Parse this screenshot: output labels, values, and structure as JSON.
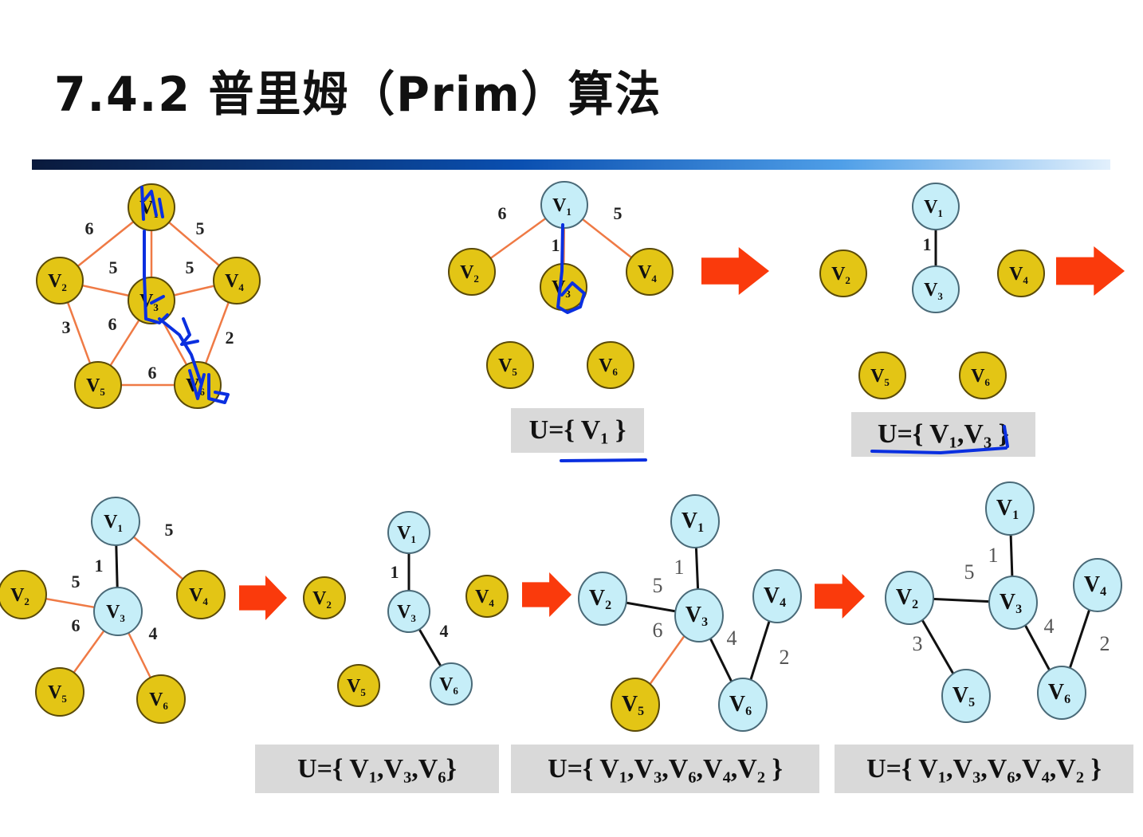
{
  "title": "7.4.2 普里姆（Prim）算法",
  "colors": {
    "tree_node": "#c6eef8",
    "unvisited_node": "#e3c515",
    "candidate_edge": "#ef7a45",
    "tree_edge": "#111111",
    "arrow": "#fa3a0c",
    "ink": "#0a2fe0"
  },
  "graphs": [
    {
      "name": "original-graph",
      "nodes": [
        {
          "id": "V1",
          "state": "unvisited"
        },
        {
          "id": "V2",
          "state": "unvisited"
        },
        {
          "id": "V3",
          "state": "unvisited"
        },
        {
          "id": "V4",
          "state": "unvisited"
        },
        {
          "id": "V5",
          "state": "unvisited"
        },
        {
          "id": "V6",
          "state": "unvisited"
        }
      ],
      "edges": [
        {
          "a": "V1",
          "b": "V2",
          "w": "6",
          "s": "cand"
        },
        {
          "a": "V1",
          "b": "V4",
          "w": "5",
          "s": "cand"
        },
        {
          "a": "V1",
          "b": "V3",
          "w": null,
          "s": "cand"
        },
        {
          "a": "V2",
          "b": "V3",
          "w": "5",
          "s": "cand"
        },
        {
          "a": "V3",
          "b": "V4",
          "w": "5",
          "s": "cand"
        },
        {
          "a": "V2",
          "b": "V5",
          "w": "3",
          "s": "cand"
        },
        {
          "a": "V3",
          "b": "V5",
          "w": "6",
          "s": "cand"
        },
        {
          "a": "V5",
          "b": "V6",
          "w": "6",
          "s": "cand"
        },
        {
          "a": "V4",
          "b": "V6",
          "w": "2",
          "s": "cand"
        },
        {
          "a": "V3",
          "b": "V6",
          "w": null,
          "s": "cand"
        }
      ]
    },
    {
      "name": "step-1",
      "nodes": [
        {
          "id": "V1",
          "state": "tree"
        },
        {
          "id": "V2",
          "state": "unvisited"
        },
        {
          "id": "V3",
          "state": "unvisited"
        },
        {
          "id": "V4",
          "state": "unvisited"
        },
        {
          "id": "V5",
          "state": "unvisited"
        },
        {
          "id": "V6",
          "state": "unvisited"
        }
      ],
      "edges": [
        {
          "a": "V1",
          "b": "V2",
          "w": "6",
          "s": "cand"
        },
        {
          "a": "V1",
          "b": "V4",
          "w": "5",
          "s": "cand"
        },
        {
          "a": "V1",
          "b": "V3",
          "w": "1",
          "s": "cand"
        }
      ]
    },
    {
      "name": "step-2",
      "nodes": [
        {
          "id": "V1",
          "state": "tree"
        },
        {
          "id": "V2",
          "state": "unvisited"
        },
        {
          "id": "V3",
          "state": "tree"
        },
        {
          "id": "V4",
          "state": "unvisited"
        },
        {
          "id": "V5",
          "state": "unvisited"
        },
        {
          "id": "V6",
          "state": "unvisited"
        }
      ],
      "edges": [
        {
          "a": "V1",
          "b": "V3",
          "w": "1",
          "s": "tree"
        }
      ]
    },
    {
      "name": "step-3",
      "nodes": [
        {
          "id": "V1",
          "state": "tree"
        },
        {
          "id": "V2",
          "state": "unvisited"
        },
        {
          "id": "V3",
          "state": "tree"
        },
        {
          "id": "V4",
          "state": "unvisited"
        },
        {
          "id": "V5",
          "state": "unvisited"
        },
        {
          "id": "V6",
          "state": "unvisited"
        }
      ],
      "edges": [
        {
          "a": "V1",
          "b": "V3",
          "w": "1",
          "s": "tree"
        },
        {
          "a": "V1",
          "b": "V4",
          "w": "5",
          "s": "cand"
        },
        {
          "a": "V3",
          "b": "V2",
          "w": "5",
          "s": "cand"
        },
        {
          "a": "V3",
          "b": "V5",
          "w": "6",
          "s": "cand"
        },
        {
          "a": "V3",
          "b": "V6",
          "w": "4",
          "s": "cand"
        }
      ]
    },
    {
      "name": "step-4",
      "nodes": [
        {
          "id": "V1",
          "state": "tree"
        },
        {
          "id": "V2",
          "state": "unvisited"
        },
        {
          "id": "V3",
          "state": "tree"
        },
        {
          "id": "V4",
          "state": "unvisited"
        },
        {
          "id": "V5",
          "state": "unvisited"
        },
        {
          "id": "V6",
          "state": "tree"
        }
      ],
      "edges": [
        {
          "a": "V1",
          "b": "V3",
          "w": "1",
          "s": "tree"
        },
        {
          "a": "V3",
          "b": "V6",
          "w": "4",
          "s": "tree"
        }
      ]
    },
    {
      "name": "step-5",
      "nodes": [
        {
          "id": "V1",
          "state": "tree"
        },
        {
          "id": "V2",
          "state": "tree"
        },
        {
          "id": "V3",
          "state": "tree"
        },
        {
          "id": "V4",
          "state": "tree"
        },
        {
          "id": "V5",
          "state": "unvisited"
        },
        {
          "id": "V6",
          "state": "tree"
        }
      ],
      "edges": [
        {
          "a": "V1",
          "b": "V3",
          "w": "1",
          "s": "tree"
        },
        {
          "a": "V2",
          "b": "V3",
          "w": "5",
          "s": "tree"
        },
        {
          "a": "V3",
          "b": "V6",
          "w": "4",
          "s": "tree"
        },
        {
          "a": "V4",
          "b": "V6",
          "w": "2",
          "s": "tree"
        },
        {
          "a": "V3",
          "b": "V5",
          "w": "6",
          "s": "cand"
        }
      ]
    },
    {
      "name": "step-6",
      "nodes": [
        {
          "id": "V1",
          "state": "tree"
        },
        {
          "id": "V2",
          "state": "tree"
        },
        {
          "id": "V3",
          "state": "tree"
        },
        {
          "id": "V4",
          "state": "tree"
        },
        {
          "id": "V5",
          "state": "tree"
        },
        {
          "id": "V6",
          "state": "tree"
        }
      ],
      "edges": [
        {
          "a": "V1",
          "b": "V3",
          "w": "1",
          "s": "tree"
        },
        {
          "a": "V2",
          "b": "V3",
          "w": "5",
          "s": "tree"
        },
        {
          "a": "V2",
          "b": "V5",
          "w": "3",
          "s": "tree"
        },
        {
          "a": "V3",
          "b": "V6",
          "w": "4",
          "s": "tree"
        },
        {
          "a": "V4",
          "b": "V6",
          "w": "2",
          "s": "tree"
        }
      ]
    }
  ],
  "sets": [
    "U={ V₁ }",
    "U={ V₁,V₃ }",
    "U={ V₁,V₃,V₆}",
    "U={ V₁,V₃,V₆,V₄,V₂ }",
    "U={ V₁,V₃,V₆,V₄,V₂ }"
  ]
}
